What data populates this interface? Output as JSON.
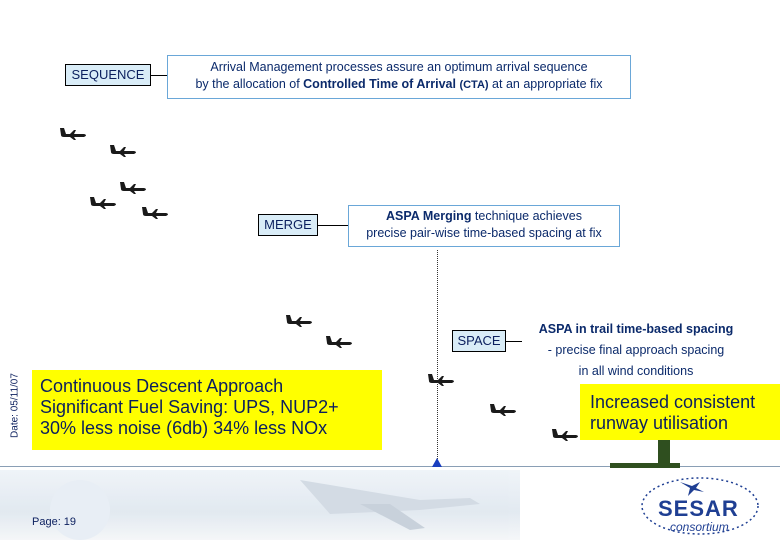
{
  "labels": {
    "sequence": "SEQUENCE",
    "merge": "MERGE",
    "space": "SPACE"
  },
  "info": {
    "sequence_line1": "Arrival Management processes assure an optimum arrival sequence",
    "sequence_line2_pre": "by the allocation of ",
    "sequence_line2_bold": "Controlled Time of Arrival",
    "sequence_line2_bold2": "(CTA)",
    "sequence_line2_post": " at an appropriate fix",
    "merge_bold": "ASPA Merging",
    "merge_line1_post": " technique achieves",
    "merge_line2": "precise pair-wise time-based spacing at fix",
    "space_line1": "ASPA in trail time-based spacing",
    "space_line2": "- precise final approach spacing",
    "space_line3": "in all wind conditions"
  },
  "cda": {
    "line1": "Continuous Descent Approach",
    "line2": "Significant Fuel Saving: UPS, NUP2+",
    "line3": "30% less noise (6db) 34% less NOx"
  },
  "runway": {
    "line1": "Increased consistent",
    "line2": "runway utilisation"
  },
  "footer": {
    "date": "Date: 05/11/07",
    "page": "Page: 19",
    "logo_main": "SESAR",
    "logo_sub": "consortium"
  },
  "colors": {
    "label_bg": "#d9ecf7",
    "highlight": "#ffff00",
    "text": "#0b1f5e",
    "info_border": "#6aa7d8",
    "logo_blue": "#1f3f93"
  },
  "icons": [
    "airplane-icon",
    "runway-marker-icon",
    "control-tower-icon",
    "sesar-logo"
  ]
}
